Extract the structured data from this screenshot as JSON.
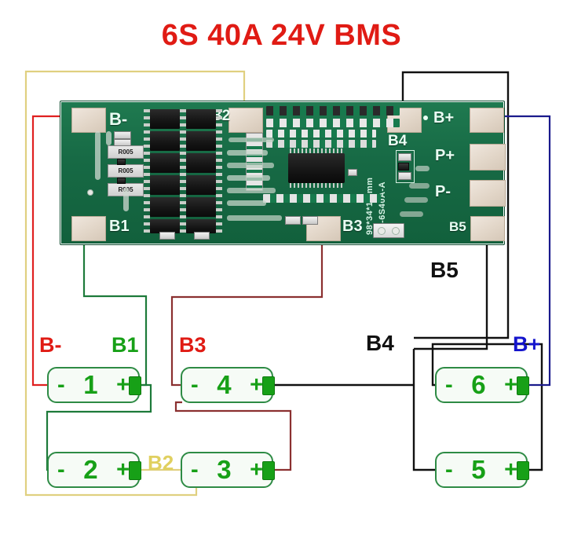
{
  "title": "6S 40A 24V BMS",
  "colors": {
    "title": "#e01b14",
    "wire_red": "#e02020",
    "wire_green": "#1d7a3a",
    "wire_darkred": "#8b3030",
    "wire_yellow": "#e0d080",
    "wire_black": "#111111",
    "wire_blue": "#1a1a8c",
    "label_red": "#e01b14",
    "label_green": "#17a017",
    "label_yellow": "#e0d060",
    "label_black": "#111111",
    "label_blue": "#1414cc",
    "pcb_green": "#176a45",
    "pad_cream": "#e2d6c8"
  },
  "pcb": {
    "pads": [
      {
        "name": "B-",
        "label": "B-"
      },
      {
        "name": "B1",
        "label": "B1"
      },
      {
        "name": "B2",
        "label": "B2"
      },
      {
        "name": "B3",
        "label": "B3"
      },
      {
        "name": "B4",
        "label": "B4"
      },
      {
        "name": "B5",
        "label": "B5"
      },
      {
        "name": "B+",
        "label": "B+"
      },
      {
        "name": "P+",
        "label": "P+"
      },
      {
        "name": "P-",
        "label": "P-"
      }
    ],
    "silkscreen": {
      "b_minus": "B-",
      "b1": "B1",
      "b2": "B2",
      "b3": "B3",
      "b4": "B4",
      "b5": "B5",
      "b_plus": "B+",
      "p_plus": "P+",
      "p_minus": "P-",
      "dimensions": "98*34*1.2mm",
      "model": "BW-6S40A-A"
    },
    "shunt_resistors": [
      "R005",
      "R005",
      "R005"
    ]
  },
  "cells": [
    {
      "id": "cell-1",
      "number": "1",
      "minus": "-",
      "plus": "+"
    },
    {
      "id": "cell-2",
      "number": "2",
      "minus": "-",
      "plus": "+"
    },
    {
      "id": "cell-3",
      "number": "3",
      "minus": "-",
      "plus": "+"
    },
    {
      "id": "cell-4",
      "number": "4",
      "minus": "-",
      "plus": "+"
    },
    {
      "id": "cell-5",
      "number": "5",
      "minus": "-",
      "plus": "+"
    },
    {
      "id": "cell-6",
      "number": "6",
      "minus": "-",
      "plus": "+"
    }
  ],
  "net_labels": [
    {
      "name": "b-minus",
      "text": "B-",
      "color": "#e01b14"
    },
    {
      "name": "b1",
      "text": "B1",
      "color": "#17a017"
    },
    {
      "name": "b3",
      "text": "B3",
      "color": "#e01b14"
    },
    {
      "name": "b2",
      "text": "B2",
      "color": "#e0d060"
    },
    {
      "name": "b4",
      "text": "B4",
      "color": "#111111"
    },
    {
      "name": "b5",
      "text": "B5",
      "color": "#111111"
    },
    {
      "name": "b-plus",
      "text": "B+",
      "color": "#1414cc"
    }
  ]
}
